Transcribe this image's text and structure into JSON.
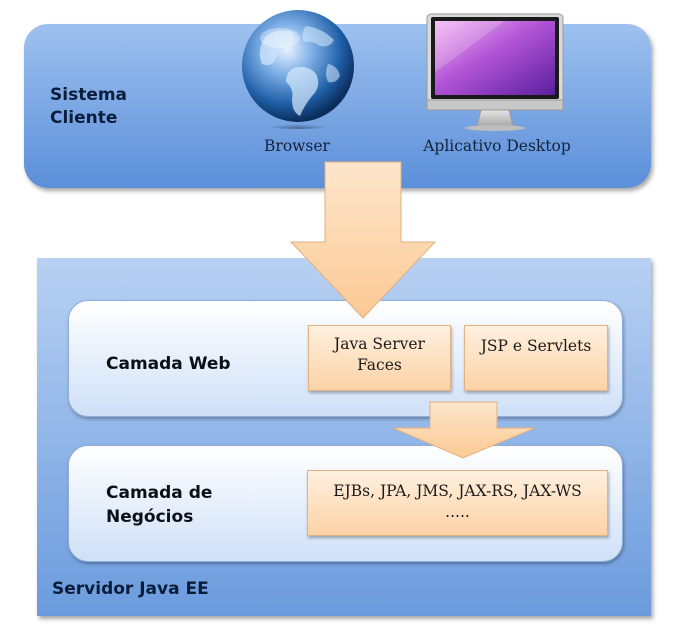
{
  "client": {
    "title_line1": "Sistema",
    "title_line2": "Cliente",
    "browser_label": "Browser",
    "desktop_label": "Aplicativo Desktop",
    "browser_icon": "globe-icon",
    "desktop_icon": "monitor-icon"
  },
  "server": {
    "title": "Servidor Java EE",
    "web_layer": {
      "title": "Camada Web",
      "jsf_line1": "Java Server",
      "jsf_line2": "Faces",
      "jsp": "JSP e Servlets"
    },
    "business_layer": {
      "title_line1": "Camada de",
      "title_line2": "Negócios",
      "tech_line1": "EJBs, JPA, JMS, JAX-RS, JAX-WS",
      "tech_line2": "....."
    }
  },
  "colors": {
    "panel_blue": "#5b8fd9",
    "tech_orange": "#fbd2a6",
    "arrow_orange": "#fcc994"
  }
}
